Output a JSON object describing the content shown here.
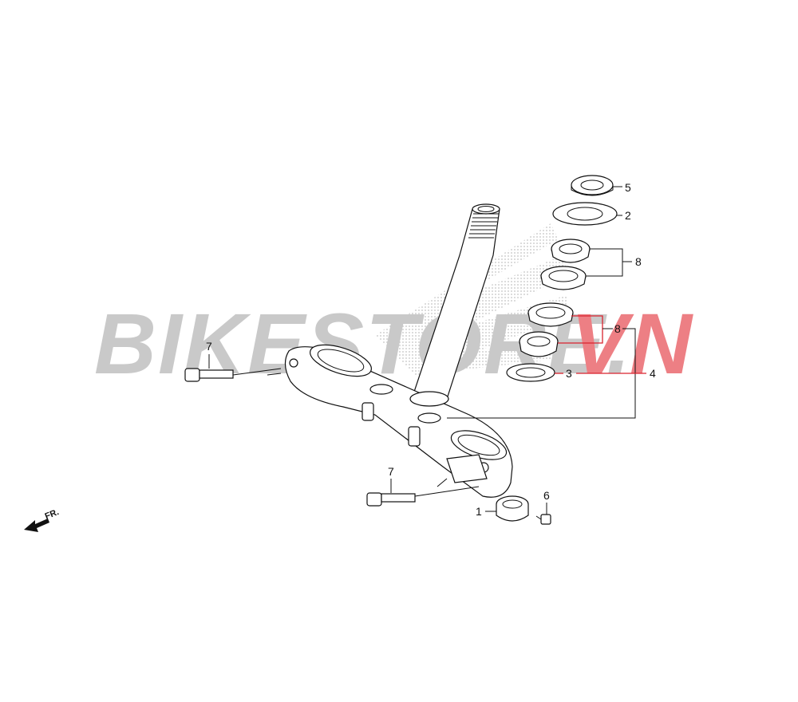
{
  "diagram": {
    "watermark": {
      "left_text": "BIKEST",
      "middle_text": "ORE.",
      "right_text": "VN",
      "gray_color": "#b8b8b8",
      "red_color": "#e8555c"
    },
    "direction_indicator": {
      "label": "FR."
    },
    "callouts": {
      "ring_nut": "5",
      "dust_seal": "2",
      "upper_bearing_set": "8",
      "lower_bearing_set": "8",
      "lower_dust_seal": "3",
      "bearing_kit": "4",
      "upper_pinch_bolt": "7",
      "lower_pinch_bolt": "7",
      "clamp_collar": "1",
      "small_screw": "6"
    }
  }
}
